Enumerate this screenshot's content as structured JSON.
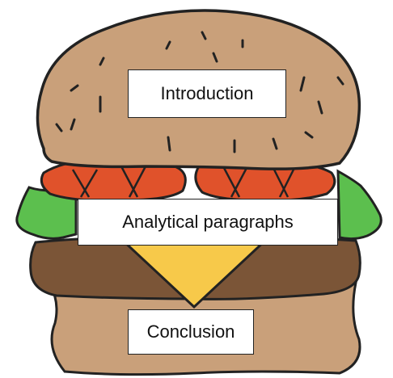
{
  "labels": {
    "introduction": "Introduction",
    "analytical": "Analytical paragraphs",
    "conclusion": "Conclusion"
  },
  "colors": {
    "bun": "#c9a07a",
    "tomato": "#e0522b",
    "lettuce": "#5cbf4e",
    "patty": "#7b5537",
    "cheese": "#f7c94a",
    "outline": "#222222"
  }
}
